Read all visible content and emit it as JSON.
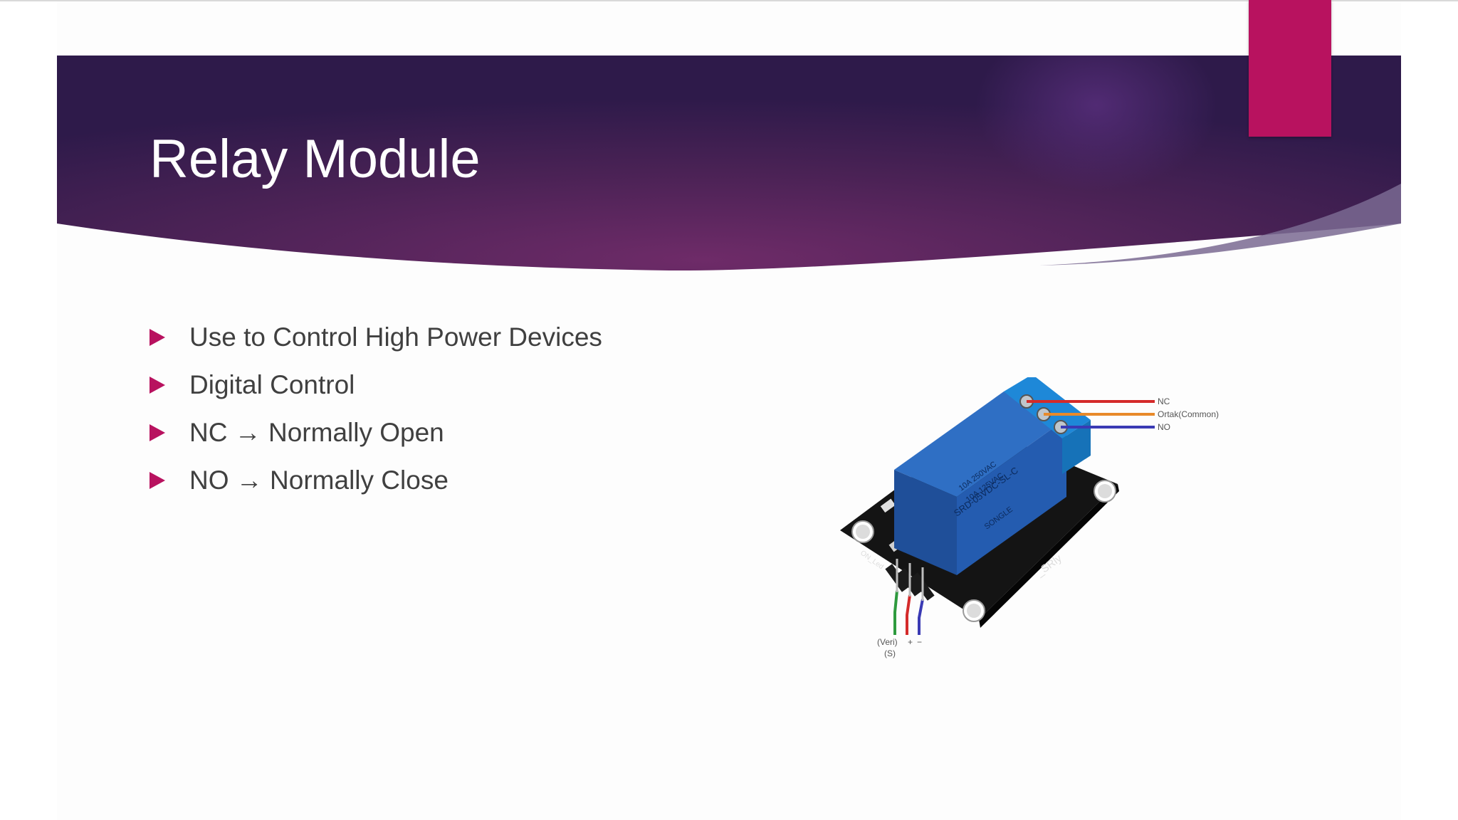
{
  "slide": {
    "title": "Relay Module",
    "bullets": [
      "Use to Control High Power Devices",
      "Digital Control",
      "NC → Normally Open",
      "NO → Normally Close"
    ]
  },
  "figure": {
    "relay_markings": {
      "line1": "10A 250VAC",
      "line2": "10A 125VAC",
      "line3": "SRD-05VDC-SL-C",
      "brand": "SONGLE",
      "board": "_SRly",
      "led": "ON_Led"
    },
    "terminal_labels": {
      "nc": "NC",
      "common": "Ortak(Common)",
      "no": "NO"
    },
    "pin_labels": {
      "signal": "(Veri)",
      "signal_pin": "(S)",
      "plus": "+",
      "minus": "−"
    }
  },
  "colors": {
    "accent": "#b8125f",
    "header_dark": "#2e1a4a",
    "header_mid": "#6b2a66",
    "text": "#404040"
  }
}
